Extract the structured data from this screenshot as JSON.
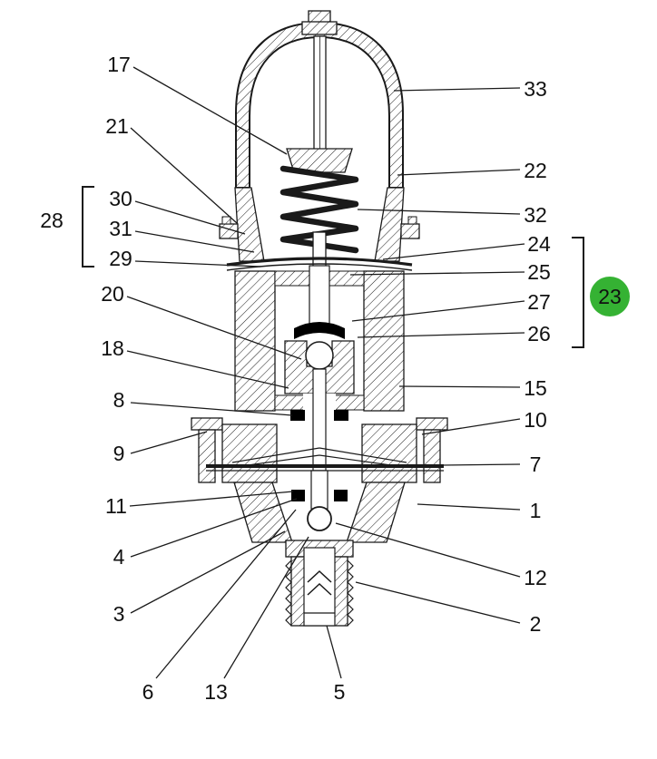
{
  "diagram": {
    "description": "Sectional engineering drawing of a pressure regulator valve with numbered part callouts",
    "background": "#ffffff",
    "line_color": "#1a1a1a",
    "highlight": {
      "label": "23",
      "shape": "circle",
      "color": "#35b233",
      "text_color": "#000000"
    },
    "labels": {
      "1": "1",
      "2": "2",
      "3": "3",
      "4": "4",
      "5": "5",
      "6": "6",
      "7": "7",
      "8": "8",
      "9": "9",
      "10": "10",
      "11": "11",
      "12": "12",
      "13": "13",
      "15": "15",
      "17": "17",
      "18": "18",
      "20": "20",
      "21": "21",
      "22": "22",
      "23": "23",
      "24": "24",
      "25": "25",
      "26": "26",
      "27": "27",
      "28": "28",
      "29": "29",
      "30": "30",
      "31": "31",
      "32": "32",
      "33": "33"
    },
    "groups": {
      "left_bracket": {
        "label": "28",
        "members": [
          "30",
          "31",
          "29"
        ]
      },
      "right_bracket": {
        "label": "23",
        "members": [
          "24",
          "25",
          "27",
          "26"
        ]
      }
    }
  }
}
